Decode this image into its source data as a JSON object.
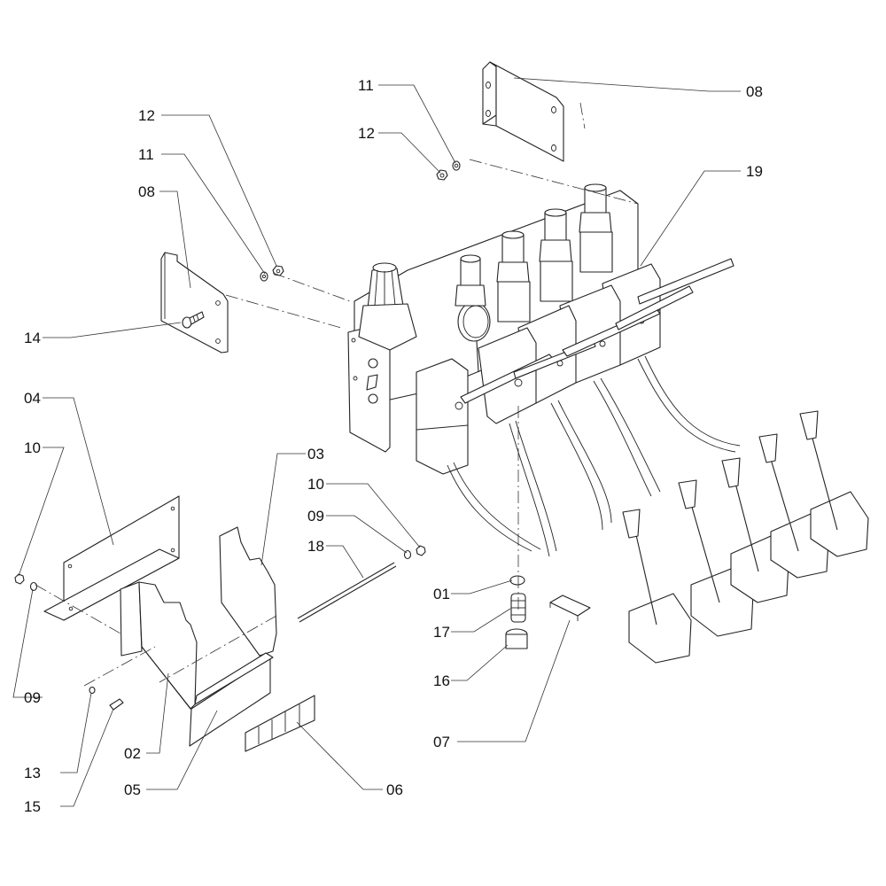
{
  "diagram": {
    "type": "exploded parts diagram",
    "subject": "hydraulic valve manifold with cable-operated control levers and mounting brackets",
    "colors": {
      "line": "#222222",
      "background": "#ffffff",
      "text": "#111111"
    },
    "callouts": [
      {
        "id": "c12a",
        "label": "12",
        "part": "nut (left bracket)"
      },
      {
        "id": "c11a",
        "label": "11",
        "part": "washer (left bracket)"
      },
      {
        "id": "c08a",
        "label": "08",
        "part": "mounting bracket (left)"
      },
      {
        "id": "c14",
        "label": "14",
        "part": "bolt"
      },
      {
        "id": "c11b",
        "label": "11",
        "part": "washer (top bracket)"
      },
      {
        "id": "c12b",
        "label": "12",
        "part": "nut (top bracket)"
      },
      {
        "id": "c08b",
        "label": "08",
        "part": "mounting bracket (top)"
      },
      {
        "id": "c19",
        "label": "19",
        "part": "valve manifold assembly"
      },
      {
        "id": "c04",
        "label": "04",
        "part": "back plate"
      },
      {
        "id": "c10a",
        "label": "10",
        "part": "nut (left rod end)"
      },
      {
        "id": "c09a",
        "label": "09",
        "part": "washer (left rod end)"
      },
      {
        "id": "c03",
        "label": "03",
        "part": "side bracket (right)"
      },
      {
        "id": "c10b",
        "label": "10",
        "part": "nut (right rod end)"
      },
      {
        "id": "c09b",
        "label": "09",
        "part": "washer (right rod end)"
      },
      {
        "id": "c18",
        "label": "18",
        "part": "threaded rod"
      },
      {
        "id": "c01",
        "label": "01",
        "part": "o-ring"
      },
      {
        "id": "c17",
        "label": "17",
        "part": "filter / spring insert"
      },
      {
        "id": "c16",
        "label": "16",
        "part": "ring nut"
      },
      {
        "id": "c07",
        "label": "07",
        "part": "pad"
      },
      {
        "id": "c13",
        "label": "13",
        "part": "washer"
      },
      {
        "id": "c15",
        "label": "15",
        "part": "bolt"
      },
      {
        "id": "c02",
        "label": "02",
        "part": "side bracket (left)"
      },
      {
        "id": "c05",
        "label": "05",
        "part": "base plate"
      },
      {
        "id": "c06",
        "label": "06",
        "part": "decal"
      }
    ],
    "lever_count": 5,
    "valve_section_count": 5
  }
}
